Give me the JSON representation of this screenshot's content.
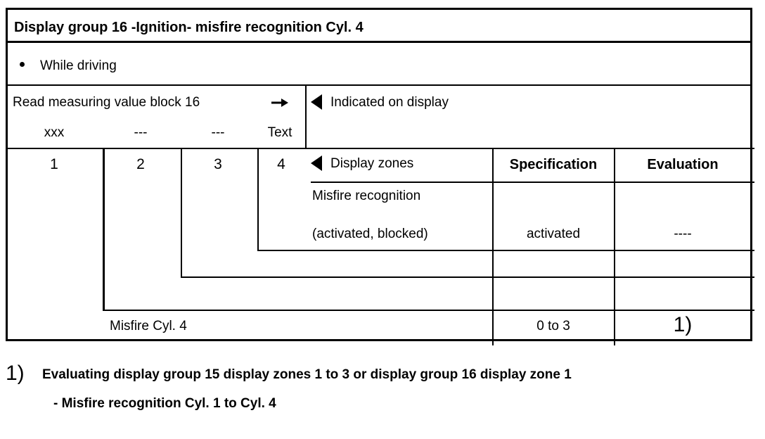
{
  "document": {
    "title": "Display group 16 -Ignition- misfire recognition Cyl. 4",
    "condition_bullet": "While driving",
    "read_instruction": "Read measuring value block 16",
    "arrow_icon": "arrow-right",
    "indicated_on_display": "Indicated on display",
    "display_zones_label": "Display zones",
    "triangle_icon": "triangle-left"
  },
  "measuring_block": {
    "units": [
      "xxx",
      "---",
      "---",
      "Text"
    ],
    "zones": [
      "1",
      "2",
      "3",
      "4"
    ]
  },
  "table": {
    "headers": {
      "display_zones": "Display zones",
      "specification": "Specification",
      "evaluation": "Evaluation"
    },
    "rows": [
      {
        "name_line1": "Misfire recognition",
        "name_line2": "(activated, blocked)",
        "specification": "activated",
        "evaluation": "----"
      },
      {
        "name_line1": "",
        "name_line2": "",
        "specification": "",
        "evaluation": ""
      },
      {
        "name_line1": "",
        "name_line2": "",
        "specification": "",
        "evaluation": ""
      },
      {
        "name_line1": "Misfire Cyl. 4",
        "name_line2": "",
        "specification": "0 to 3",
        "evaluation": "1)"
      }
    ]
  },
  "footnote": {
    "marker": "1)",
    "line1": "Evaluating display group 15 display zones 1 to 3 or display group 16 display zone 1",
    "line2": "- Misfire recognition Cyl. 1 to Cyl. 4"
  },
  "colors": {
    "ink": "#000000",
    "background": "#ffffff"
  }
}
